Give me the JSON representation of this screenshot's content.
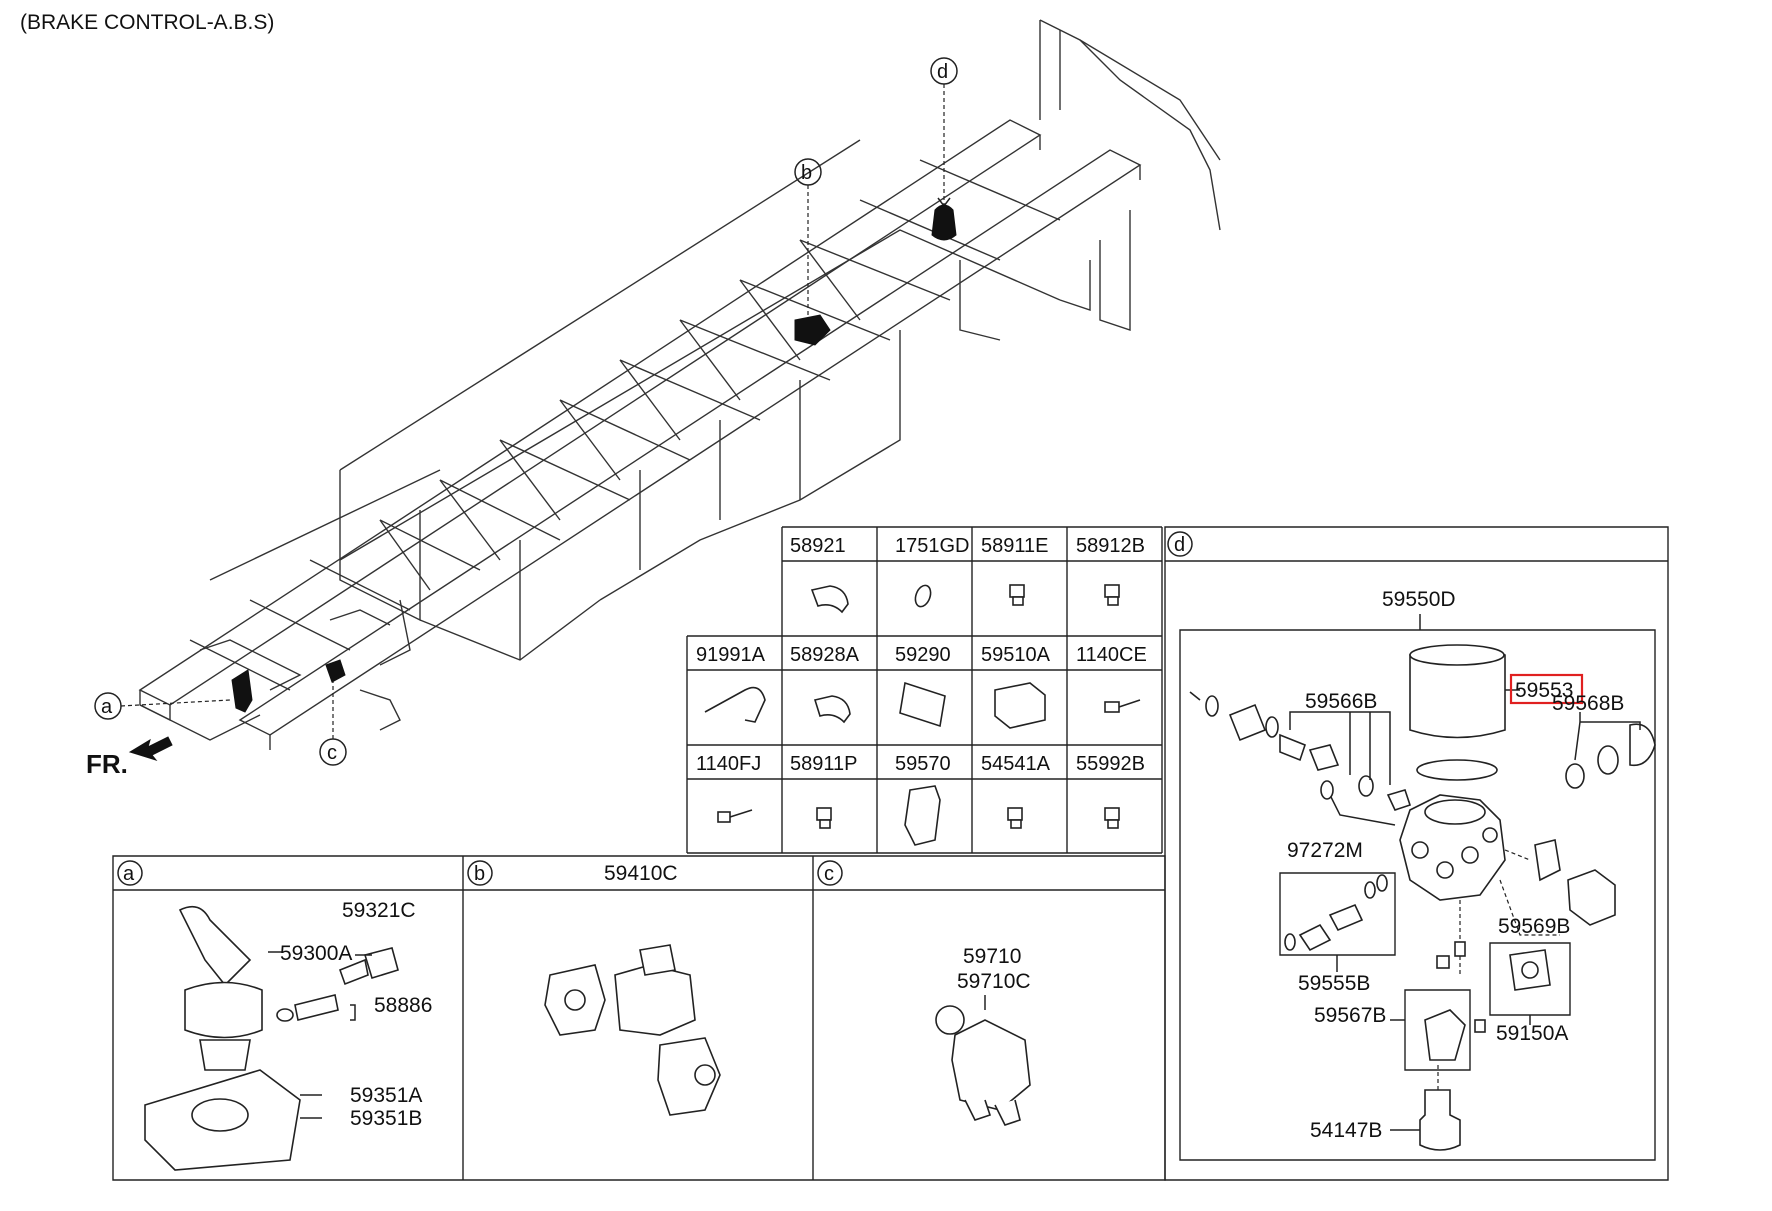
{
  "title": "(BRAKE CONTROL-A.B.S)",
  "front_label": "FR.",
  "callouts": {
    "a": "a",
    "b": "b",
    "c": "c",
    "d": "d"
  },
  "parts_table": {
    "row1": [
      "58921",
      "1751GD",
      "58911E",
      "58912B"
    ],
    "row2": [
      "91991A",
      "58928A",
      "59290",
      "59510A",
      "1140CE"
    ],
    "row3": [
      "1140FJ",
      "58911P",
      "59570",
      "54541A",
      "55992B"
    ]
  },
  "panel_a": {
    "tag": "a",
    "labels": [
      "59321C",
      "59300A",
      "58886",
      "59351A",
      "59351B"
    ]
  },
  "panel_b": {
    "tag": "b",
    "labels": [
      "59410C"
    ]
  },
  "panel_c": {
    "tag": "c",
    "labels": [
      "59710",
      "59710C"
    ]
  },
  "panel_d": {
    "tag": "d",
    "assembly": "59550D",
    "highlighted": "59553",
    "labels": [
      "59566B",
      "59568B",
      "97272M",
      "59569B",
      "59555B",
      "59567B",
      "59150A",
      "54147B"
    ]
  },
  "colors": {
    "highlight": "#e02020",
    "line": "#222222"
  }
}
